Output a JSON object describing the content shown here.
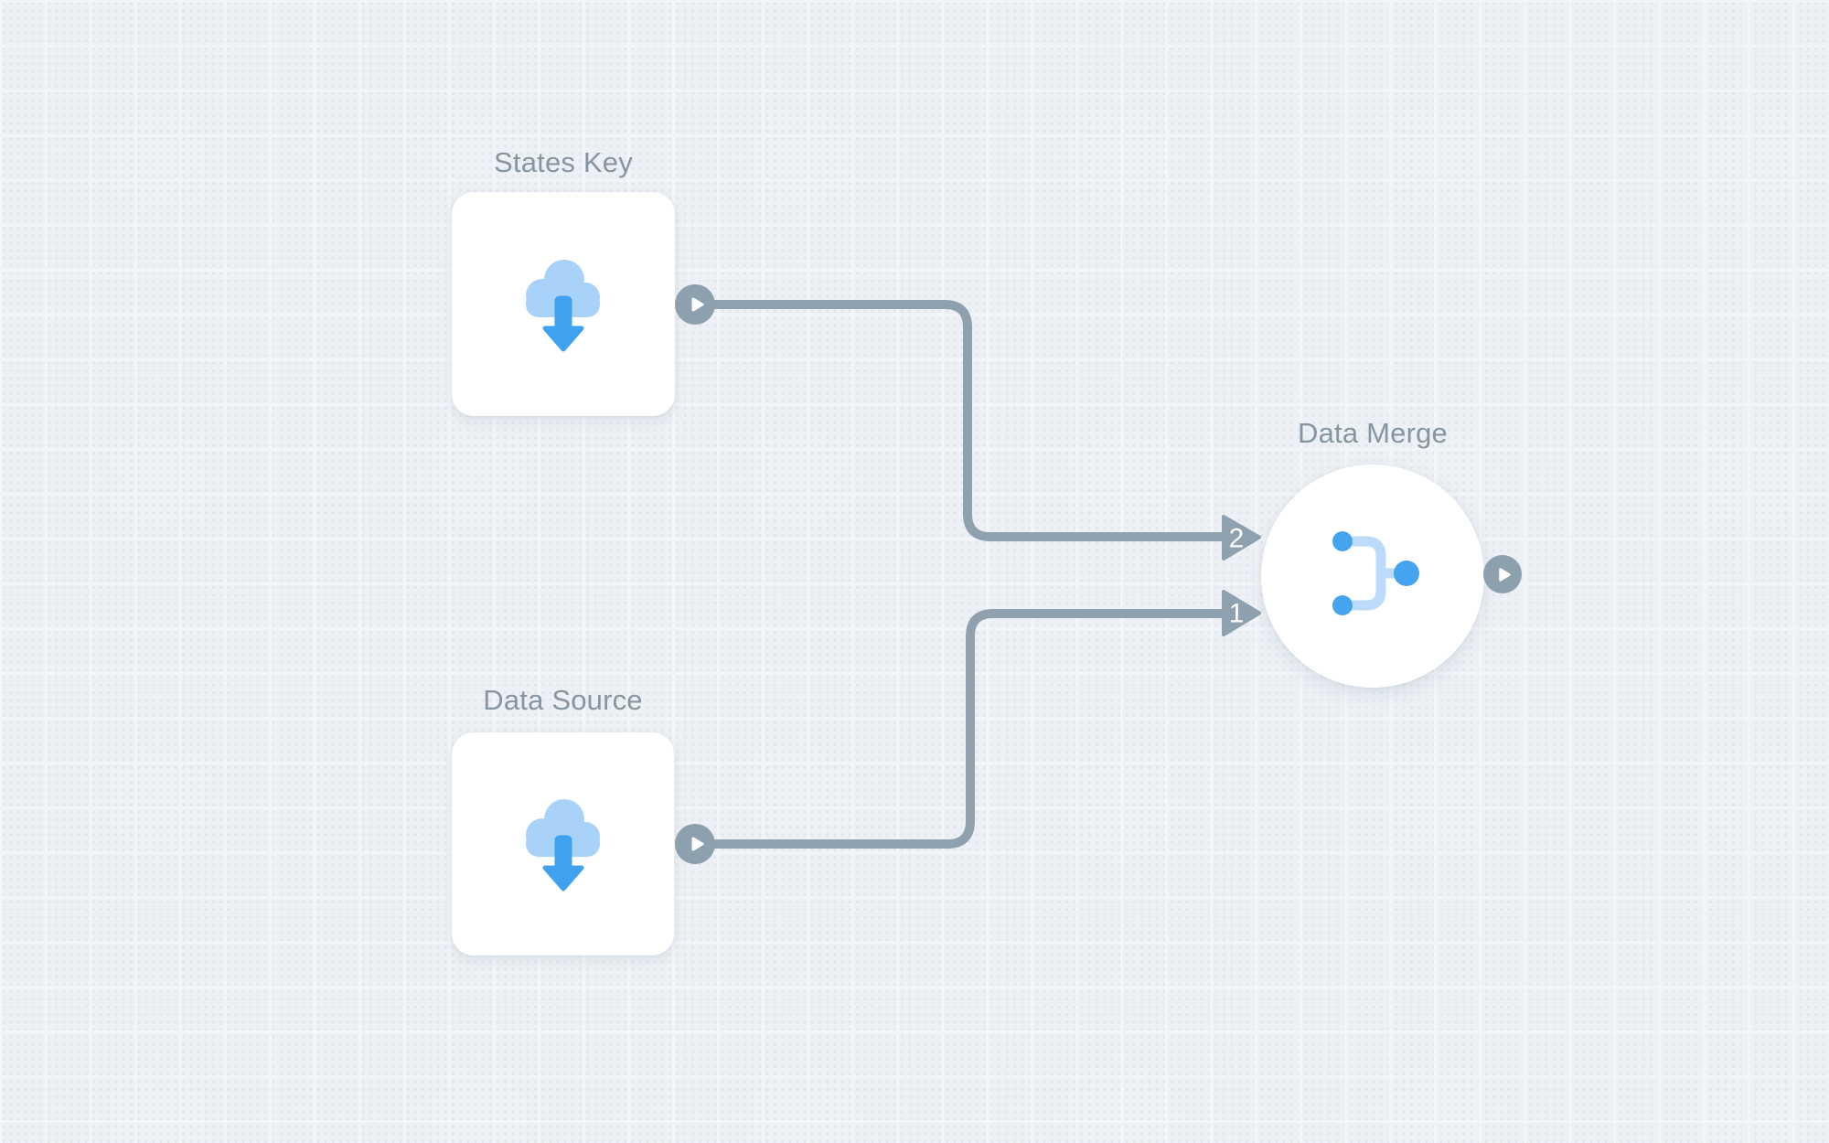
{
  "canvas": {
    "background_color": "#edf0f4",
    "grid_line_color": "#f2f5f9",
    "grid_dot_color": "#dfe6ec"
  },
  "colors": {
    "connection_gray": "#8fa1af",
    "port_gray": "#8da0ae",
    "label_gray": "#8795a3",
    "node_fill": "#ffffff",
    "cloud_light_blue": "#a9d2f8",
    "download_arrow_blue": "#3fa2f0",
    "merge_link_light_blue": "#bcdbfa",
    "merge_dot_blue": "#45a3f0"
  },
  "nodes": [
    {
      "id": "states-key",
      "label": "States Key",
      "shape": "rounded-square",
      "icon": "cloud-download-icon"
    },
    {
      "id": "data-source",
      "label": "Data Source",
      "shape": "rounded-square",
      "icon": "cloud-download-icon"
    },
    {
      "id": "data-merge",
      "label": "Data Merge",
      "shape": "circle",
      "icon": "merge-icon"
    }
  ],
  "connections": [
    {
      "from": "states-key",
      "to": "data-merge",
      "target_input": "2"
    },
    {
      "from": "data-source",
      "to": "data-merge",
      "target_input": "1"
    }
  ]
}
